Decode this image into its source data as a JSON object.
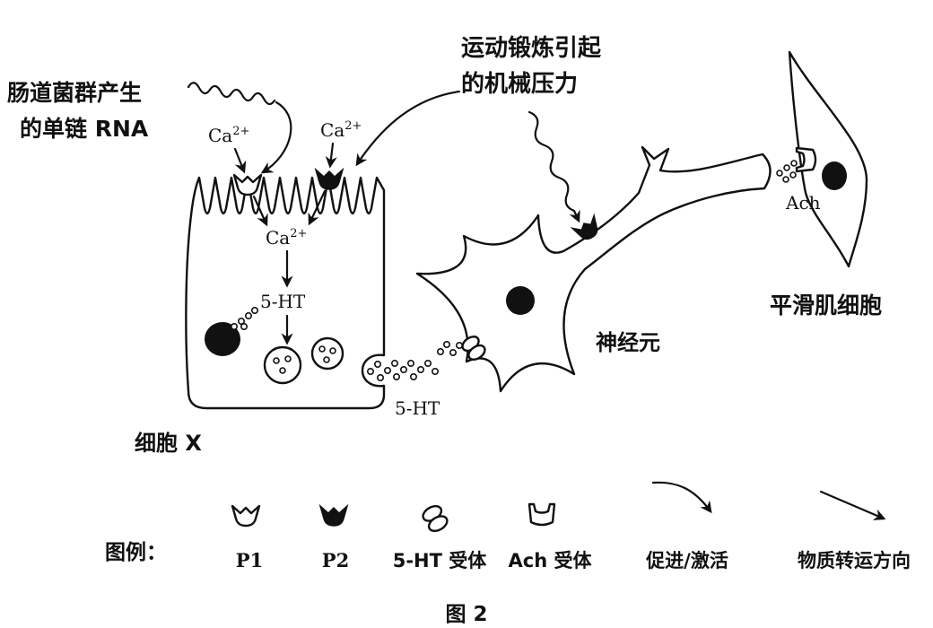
{
  "labels": {
    "rna_source_line1": "肠道菌群产生",
    "rna_source_line2": "的单链 RNA",
    "exercise_line1": "运动锻炼引起",
    "exercise_line2": "的机械压力",
    "ca_left": {
      "base": "Ca",
      "charge": "2+"
    },
    "ca_right": {
      "base": "Ca",
      "charge": "2+"
    },
    "ca_inner": {
      "base": "Ca",
      "charge": "2+"
    },
    "serotonin_inner": "5-HT",
    "serotonin_released": "5-HT",
    "cell_x": "细胞 X",
    "neuron": "神经元",
    "smooth_muscle": "平滑肌细胞",
    "ach": "Ach"
  },
  "legend": {
    "title": "图例：",
    "items": [
      {
        "label": "P1",
        "icon": "p1-receptor-icon"
      },
      {
        "label": "P2",
        "icon": "p2-receptor-icon"
      },
      {
        "label": "5-HT 受体",
        "icon": "serotonin-receptor-icon"
      },
      {
        "label": "Ach 受体",
        "icon": "ach-receptor-icon"
      },
      {
        "label": "促进/激活",
        "icon": "curved-arrow-icon"
      },
      {
        "label": "物质转运方向",
        "icon": "straight-arrow-icon"
      }
    ]
  },
  "figure": {
    "caption": "图 2"
  },
  "colors": {
    "ink": "#111111",
    "background": "#ffffff"
  }
}
